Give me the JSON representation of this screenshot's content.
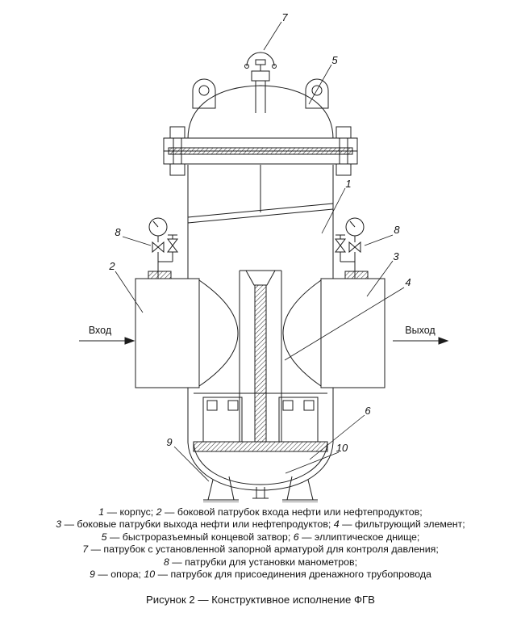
{
  "figure": {
    "caption": "Рисунок 2 — Конструктивное исполнение ФГВ"
  },
  "flow": {
    "in": "Вход",
    "out": "Выход"
  },
  "callouts": {
    "n1": "1",
    "n2": "2",
    "n3": "3",
    "n4": "4",
    "n5": "5",
    "n6": "6",
    "n7": "7",
    "n8l": "8",
    "n8r": "8",
    "n9": "9",
    "n10": "10"
  },
  "legend": {
    "lines": [
      {
        "segments": [
          {
            "t": "1"
          },
          {
            "t": " — корпус; "
          },
          {
            "t": "2"
          },
          {
            "t": " — боковой патрубок входа нефти или нефтепродуктов;"
          }
        ]
      },
      {
        "segments": [
          {
            "t": "3"
          },
          {
            "t": " — боковые патрубки выхода нефти или нефтепродуктов; "
          },
          {
            "t": "4"
          },
          {
            "t": " — фильтрующий элемент;"
          }
        ]
      },
      {
        "segments": [
          {
            "t": "5"
          },
          {
            "t": " — быстроразъемный концевой затвор; "
          },
          {
            "t": "6"
          },
          {
            "t": " — эллиптическое днище;"
          }
        ]
      },
      {
        "segments": [
          {
            "t": "7"
          },
          {
            "t": " — патрубок с установленной запорной арматурой для контроля давления;"
          }
        ]
      },
      {
        "segments": [
          {
            "t": "8"
          },
          {
            "t": " — патрубки для установки манометров;"
          }
        ]
      },
      {
        "segments": [
          {
            "t": "9"
          },
          {
            "t": " — опора; "
          },
          {
            "t": "10"
          },
          {
            "t": " — патрубок для присоединения дренажного трубопровода"
          }
        ]
      }
    ]
  }
}
